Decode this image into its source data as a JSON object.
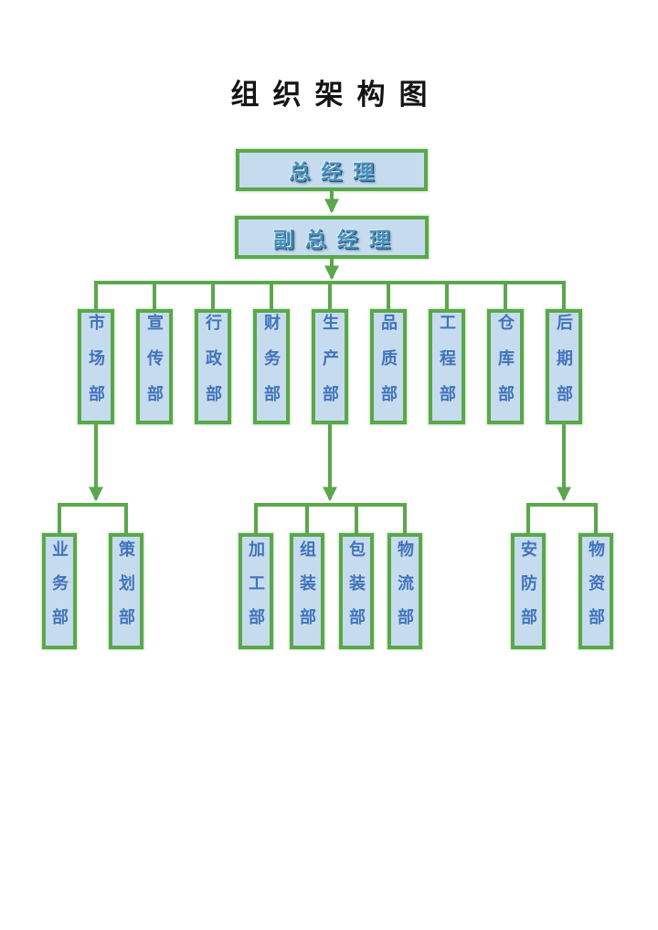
{
  "title": "组织架构图",
  "colors": {
    "background": "#ffffff",
    "box_fill": "#c6dcee",
    "box_border": "#5ba74c",
    "connector": "#5ba74c",
    "title_text": "#141414",
    "executive_text": "#4a90b8",
    "department_text": "#4173bb"
  },
  "org": {
    "level1": {
      "label": "总经理"
    },
    "level2": {
      "label": "副总经理"
    },
    "level3": [
      {
        "label": "市场部"
      },
      {
        "label": "宣传部"
      },
      {
        "label": "行政部"
      },
      {
        "label": "财务部"
      },
      {
        "label": "生产部"
      },
      {
        "label": "品质部"
      },
      {
        "label": "工程部"
      },
      {
        "label": "仓库部"
      },
      {
        "label": "后期部"
      }
    ],
    "level4_groups": [
      {
        "parent": "市场部",
        "children": [
          {
            "label": "业务部"
          },
          {
            "label": "策划部"
          }
        ]
      },
      {
        "parent": "生产部",
        "children": [
          {
            "label": "加工部"
          },
          {
            "label": "组装部"
          },
          {
            "label": "包装部"
          },
          {
            "label": "物流部"
          }
        ]
      },
      {
        "parent": "后期部",
        "children": [
          {
            "label": "安防部"
          },
          {
            "label": "物资部"
          }
        ]
      }
    ]
  }
}
